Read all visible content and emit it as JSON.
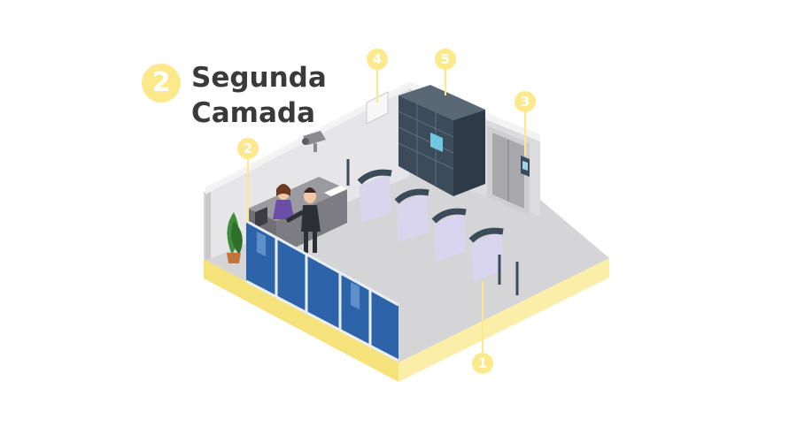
{
  "title": {
    "badge": "2",
    "line1": "Segunda",
    "line2": "Camada"
  },
  "markers": [
    {
      "label": "1"
    },
    {
      "label": "2"
    },
    {
      "label": "3"
    },
    {
      "label": "4"
    },
    {
      "label": "5"
    }
  ],
  "colors": {
    "accent_yellow": "#fbe98c",
    "floor": "#d5d5d8",
    "wall": "#e9e9ea",
    "glass": "#2d63a8",
    "locker": "#3c4b5a",
    "gate": "#d9d5ef",
    "title_text": "#3a3a3a"
  }
}
